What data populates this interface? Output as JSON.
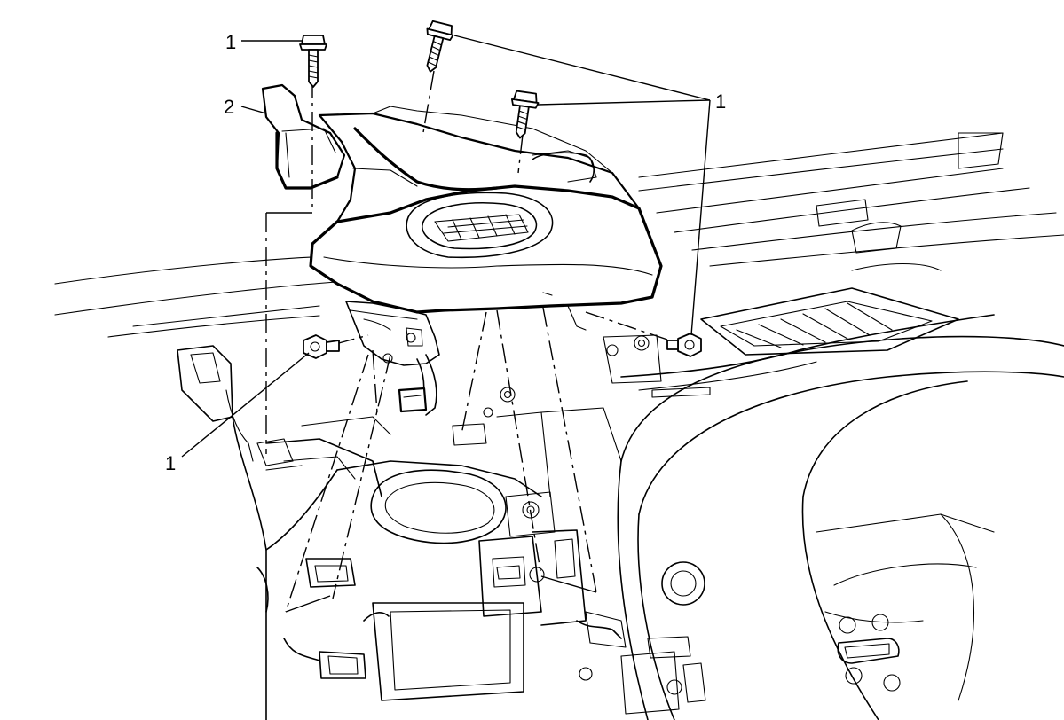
{
  "diagram": {
    "callouts": {
      "top_left_bolt": "1",
      "bracket": "2",
      "right_bolts": "1",
      "left_lower_bolt": "1"
    }
  }
}
